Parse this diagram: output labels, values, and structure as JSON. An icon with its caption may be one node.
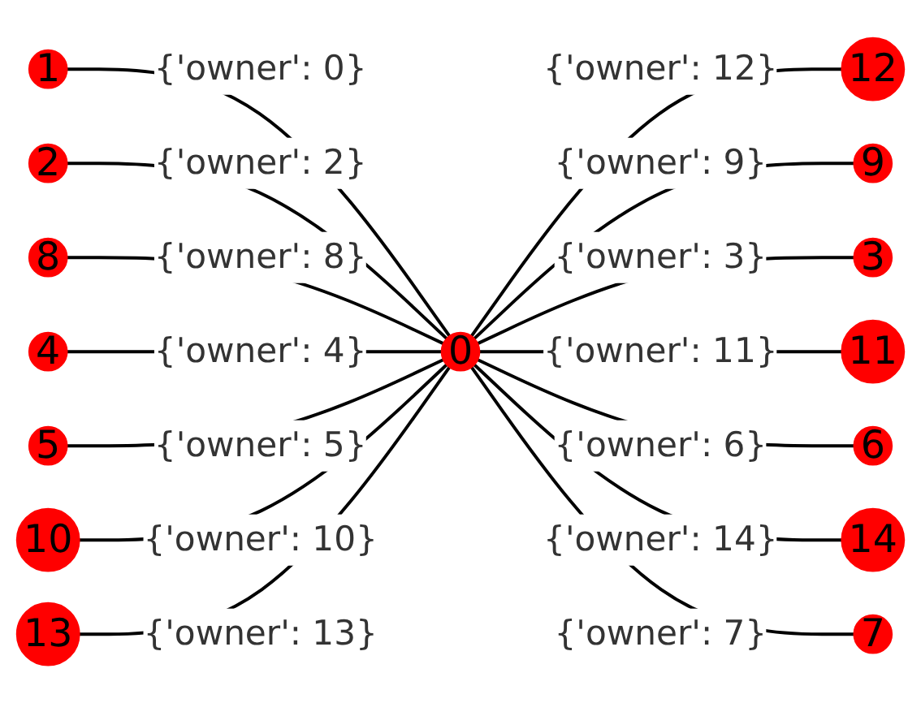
{
  "diagram": {
    "nodes": [
      {
        "text": [
          "0"
        ]
      },
      {
        "text": [
          "1"
        ]
      },
      {
        "text": [
          "2"
        ]
      },
      {
        "text": [
          "3"
        ]
      },
      {
        "text": [
          "4"
        ]
      },
      {
        "text": [
          "5"
        ]
      },
      {
        "text": [
          "6"
        ]
      },
      {
        "text": [
          "7"
        ]
      },
      {
        "text": [
          "8"
        ]
      },
      {
        "text": [
          "9"
        ]
      },
      {
        "text": [
          "10"
        ]
      },
      {
        "text": [
          "11"
        ]
      },
      {
        "text": [
          "12"
        ]
      },
      {
        "text": [
          "13"
        ]
      },
      {
        "text": [
          "14"
        ]
      }
    ],
    "edges": [
      {
        "from": 1,
        "to": 0,
        "arrow": "none",
        "label": "{'owner': 0}"
      },
      {
        "from": 2,
        "to": 0,
        "arrow": "none",
        "label": "{'owner': 2}"
      },
      {
        "from": 8,
        "to": 0,
        "arrow": "none",
        "label": "{'owner': 8}"
      },
      {
        "from": 0,
        "to": 12,
        "arrow": "none",
        "label": "{'owner': 12}"
      },
      {
        "from": 0,
        "to": 9,
        "arrow": "none",
        "label": "{'owner': 9}"
      },
      {
        "from": 0,
        "to": 3,
        "arrow": "none",
        "label": "{'owner': 3}"
      },
      {
        "from": 0,
        "to": 11,
        "arrow": "none",
        "label": "{'owner': 11}"
      },
      {
        "from": 0,
        "to": 6,
        "arrow": "none",
        "label": "{'owner': 6}"
      },
      {
        "from": 0,
        "to": 14,
        "arrow": "none",
        "label": "{'owner': 14}"
      },
      {
        "from": 0,
        "to": 7,
        "arrow": "none",
        "label": "{'owner': 7}"
      },
      {
        "from": 4,
        "to": 0,
        "arrow": "none",
        "label": "{'owner': 4}"
      },
      {
        "from": 5,
        "to": 0,
        "arrow": "none",
        "label": "{'owner': 5}"
      },
      {
        "from": 10,
        "to": 0,
        "arrow": "none",
        "label": "{'owner': 10}"
      },
      {
        "from": 13,
        "to": 0,
        "arrow": "none",
        "label": "{'owner': 13}"
      }
    ]
  }
}
